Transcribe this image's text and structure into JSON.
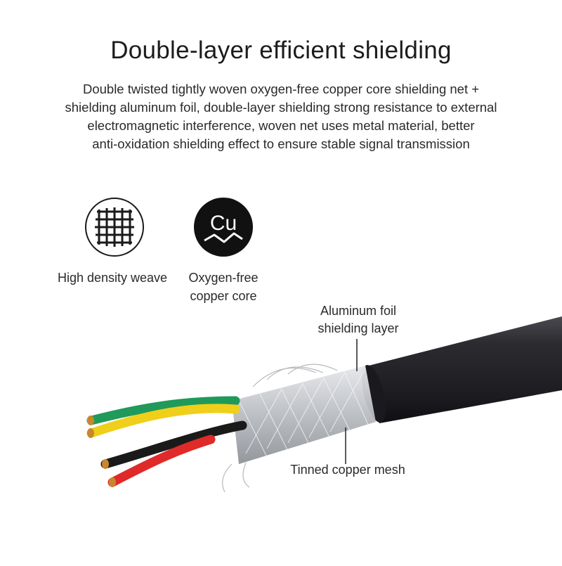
{
  "heading": "Double-layer efficient shielding",
  "description_lines": [
    "Double twisted tightly woven oxygen-free copper core shielding net +",
    "shielding aluminum foil, double-layer shielding strong resistance to external",
    "electromagnetic interference, woven net uses metal material, better",
    "anti-oxidation shielding effect to ensure stable signal transmission"
  ],
  "features": [
    {
      "icon": "grid-weave-icon",
      "label_lines": [
        "High density weave"
      ]
    },
    {
      "icon": "copper-cu-icon",
      "symbol": "Cu",
      "label_lines": [
        "Oxygen-free",
        "copper core"
      ]
    }
  ],
  "callouts": {
    "foil": [
      "Aluminum foil",
      "shielding layer"
    ],
    "mesh": [
      "Tinned copper mesh"
    ]
  },
  "colors": {
    "cable_jacket": "#2b2b2f",
    "wire_green": "#1f9a5a",
    "wire_yellow": "#f0cf1a",
    "wire_red": "#e02a2a",
    "wire_black": "#1a1a1a",
    "shield_silver": "#c9ccd0"
  }
}
